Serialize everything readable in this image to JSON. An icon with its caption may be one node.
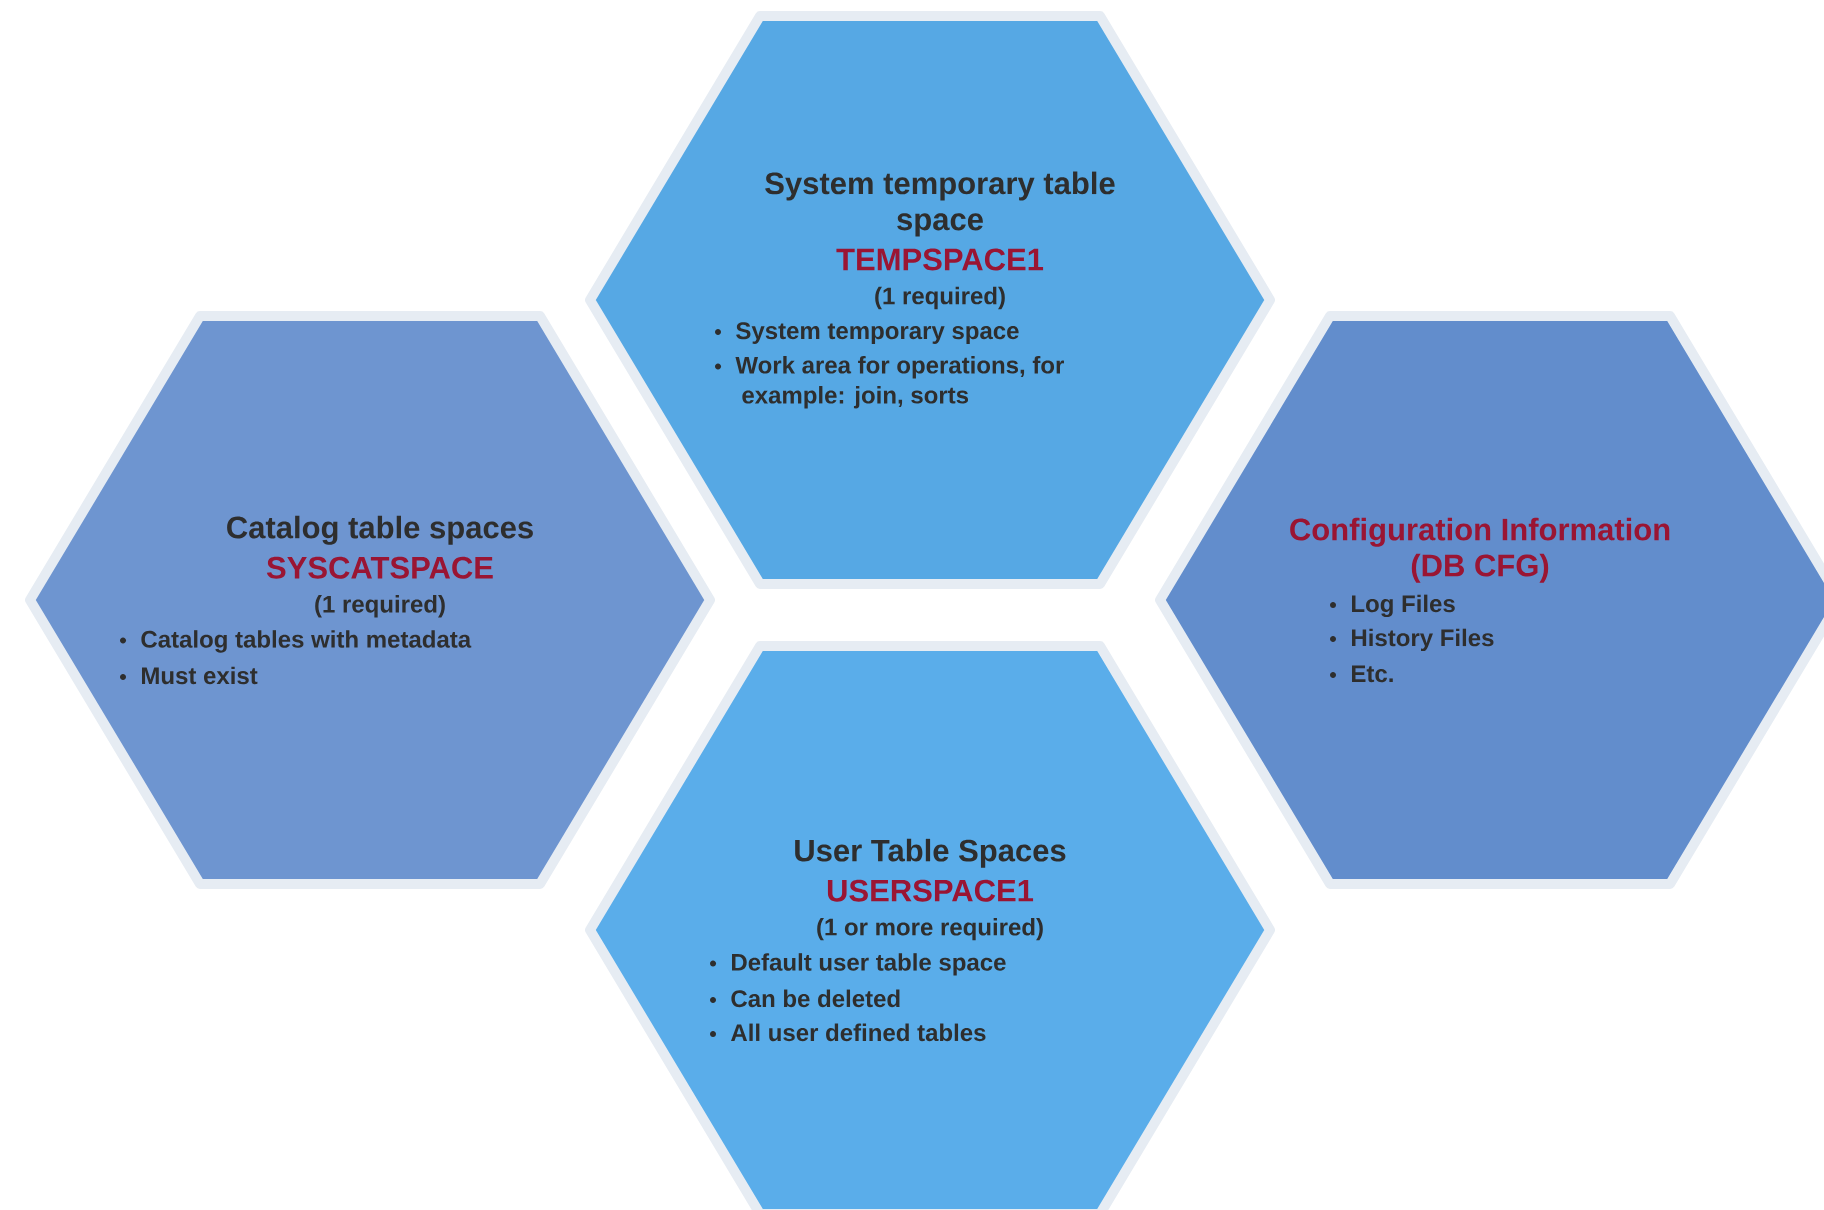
{
  "diagram": {
    "nodes": [
      {
        "text": [
          "System temporary table space",
          "TEMPSPACE1",
          "(1 required)",
          "System temporary space",
          "Work area for operations, for example: join, sorts"
        ]
      },
      {
        "text": [
          "Catalog table spaces",
          "SYSCATSPACE",
          "(1 required)",
          "Catalog tables with metadata",
          "Must exist"
        ]
      },
      {
        "text": [
          "Configuration Information (DB CFG)",
          "Log Files",
          "History Files",
          "Etc."
        ]
      },
      {
        "text": [
          "User Table Spaces",
          "USERSPACE1",
          "(1 or more required)",
          "Default user table space",
          "Can be deleted",
          "All user defined tables"
        ]
      }
    ]
  }
}
